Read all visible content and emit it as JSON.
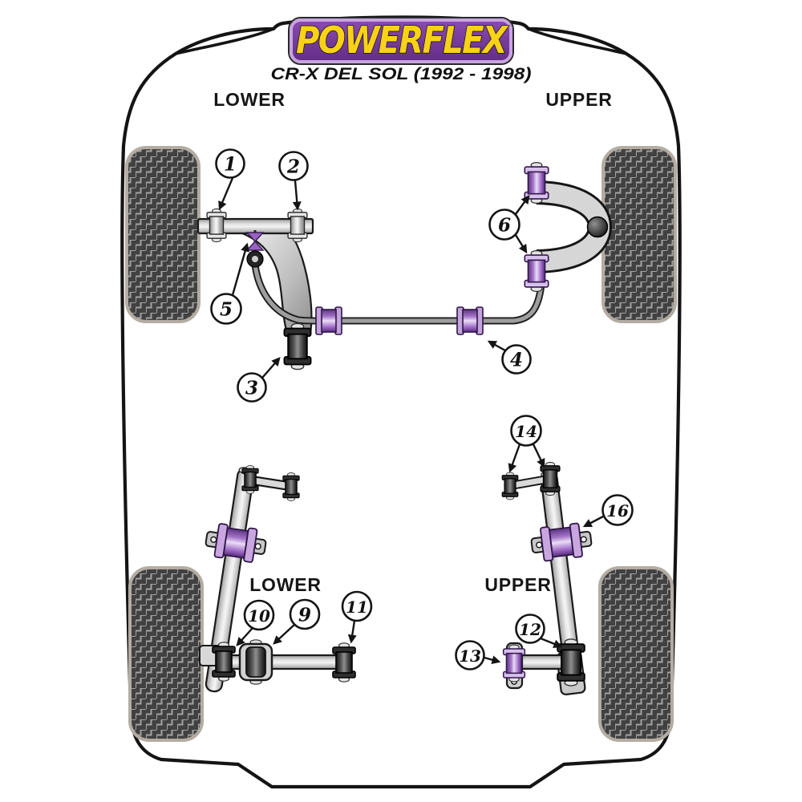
{
  "brand": {
    "name": "POWERFLEX",
    "badge_bg": "#6e3391",
    "badge_border": "#c9a4e0",
    "text_color": "#f8d216"
  },
  "vehicle": {
    "model_label": "CR-X DEL SOL (1992 - 1998)"
  },
  "section_labels": {
    "front_lower": "LOWER",
    "front_upper": "UPPER",
    "rear_lower": "LOWER",
    "rear_upper": "UPPER"
  },
  "callouts": [
    "1",
    "2",
    "3",
    "4",
    "5",
    "6",
    "9",
    "10",
    "11",
    "12",
    "13",
    "14",
    "16"
  ],
  "colors": {
    "bushing_purple": "#9a63c2",
    "bushing_purple_light": "#eadcf6",
    "bushing_dark": "#2f2f2f",
    "arm_gray": "#d6d6d6",
    "tire_tread": "#414141",
    "tread_line": "#a2a2a2",
    "outline_black": "#141414",
    "logo_yellow": "#f8d216",
    "logo_purple": "#6e3391"
  }
}
